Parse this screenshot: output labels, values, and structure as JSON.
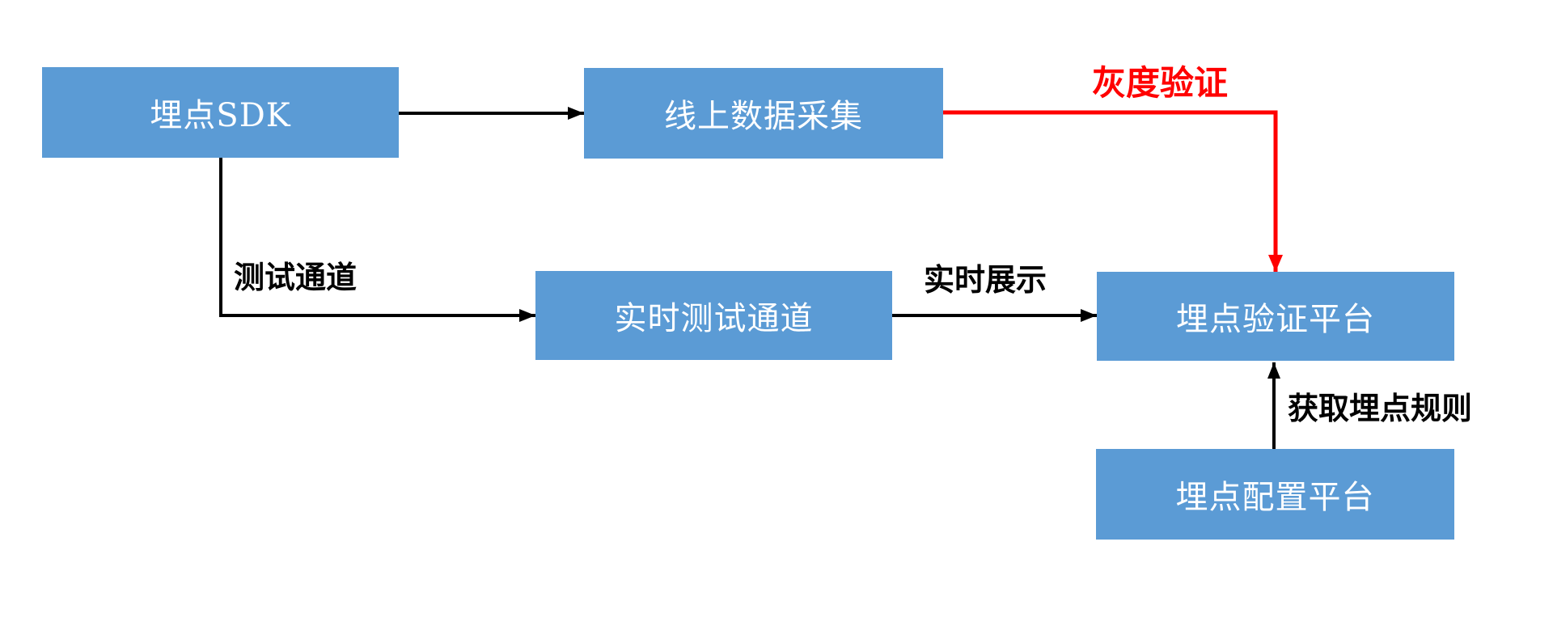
{
  "diagram": {
    "background_color": "#ffffff",
    "colors": {
      "node_fill": "#5b9bd5",
      "node_text": "#ffffff",
      "edge_default": "#000000",
      "edge_highlight": "#ff0000"
    },
    "nodes": [
      {
        "id": "sdk",
        "label": "埋点SDK"
      },
      {
        "id": "online-collect",
        "label": "线上数据采集"
      },
      {
        "id": "realtime-test",
        "label": "实时测试通道"
      },
      {
        "id": "verify-platform",
        "label": "埋点验证平台"
      },
      {
        "id": "config-platform",
        "label": "埋点配置平台"
      }
    ],
    "edges": [
      {
        "from": "sdk",
        "to": "online-collect",
        "label": "",
        "color": "#000000"
      },
      {
        "from": "online-collect",
        "to": "verify-platform",
        "label": "灰度验证",
        "color": "#ff0000"
      },
      {
        "from": "sdk",
        "to": "realtime-test",
        "label": "测试通道",
        "color": "#000000"
      },
      {
        "from": "realtime-test",
        "to": "verify-platform",
        "label": "实时展示",
        "color": "#000000"
      },
      {
        "from": "config-platform",
        "to": "verify-platform",
        "label": "获取埋点规则",
        "color": "#000000"
      }
    ]
  }
}
